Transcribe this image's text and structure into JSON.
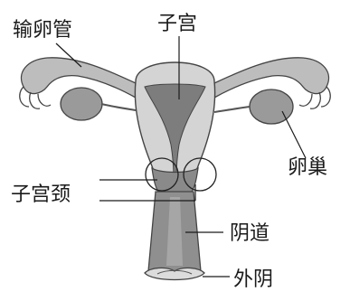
{
  "labels": {
    "fallopian_tube": "输卵管",
    "uterus": "子宫",
    "ovary": "卵巢",
    "cervix": "子宫颈",
    "vagina": "阴道",
    "vulva": "外阴"
  }
}
